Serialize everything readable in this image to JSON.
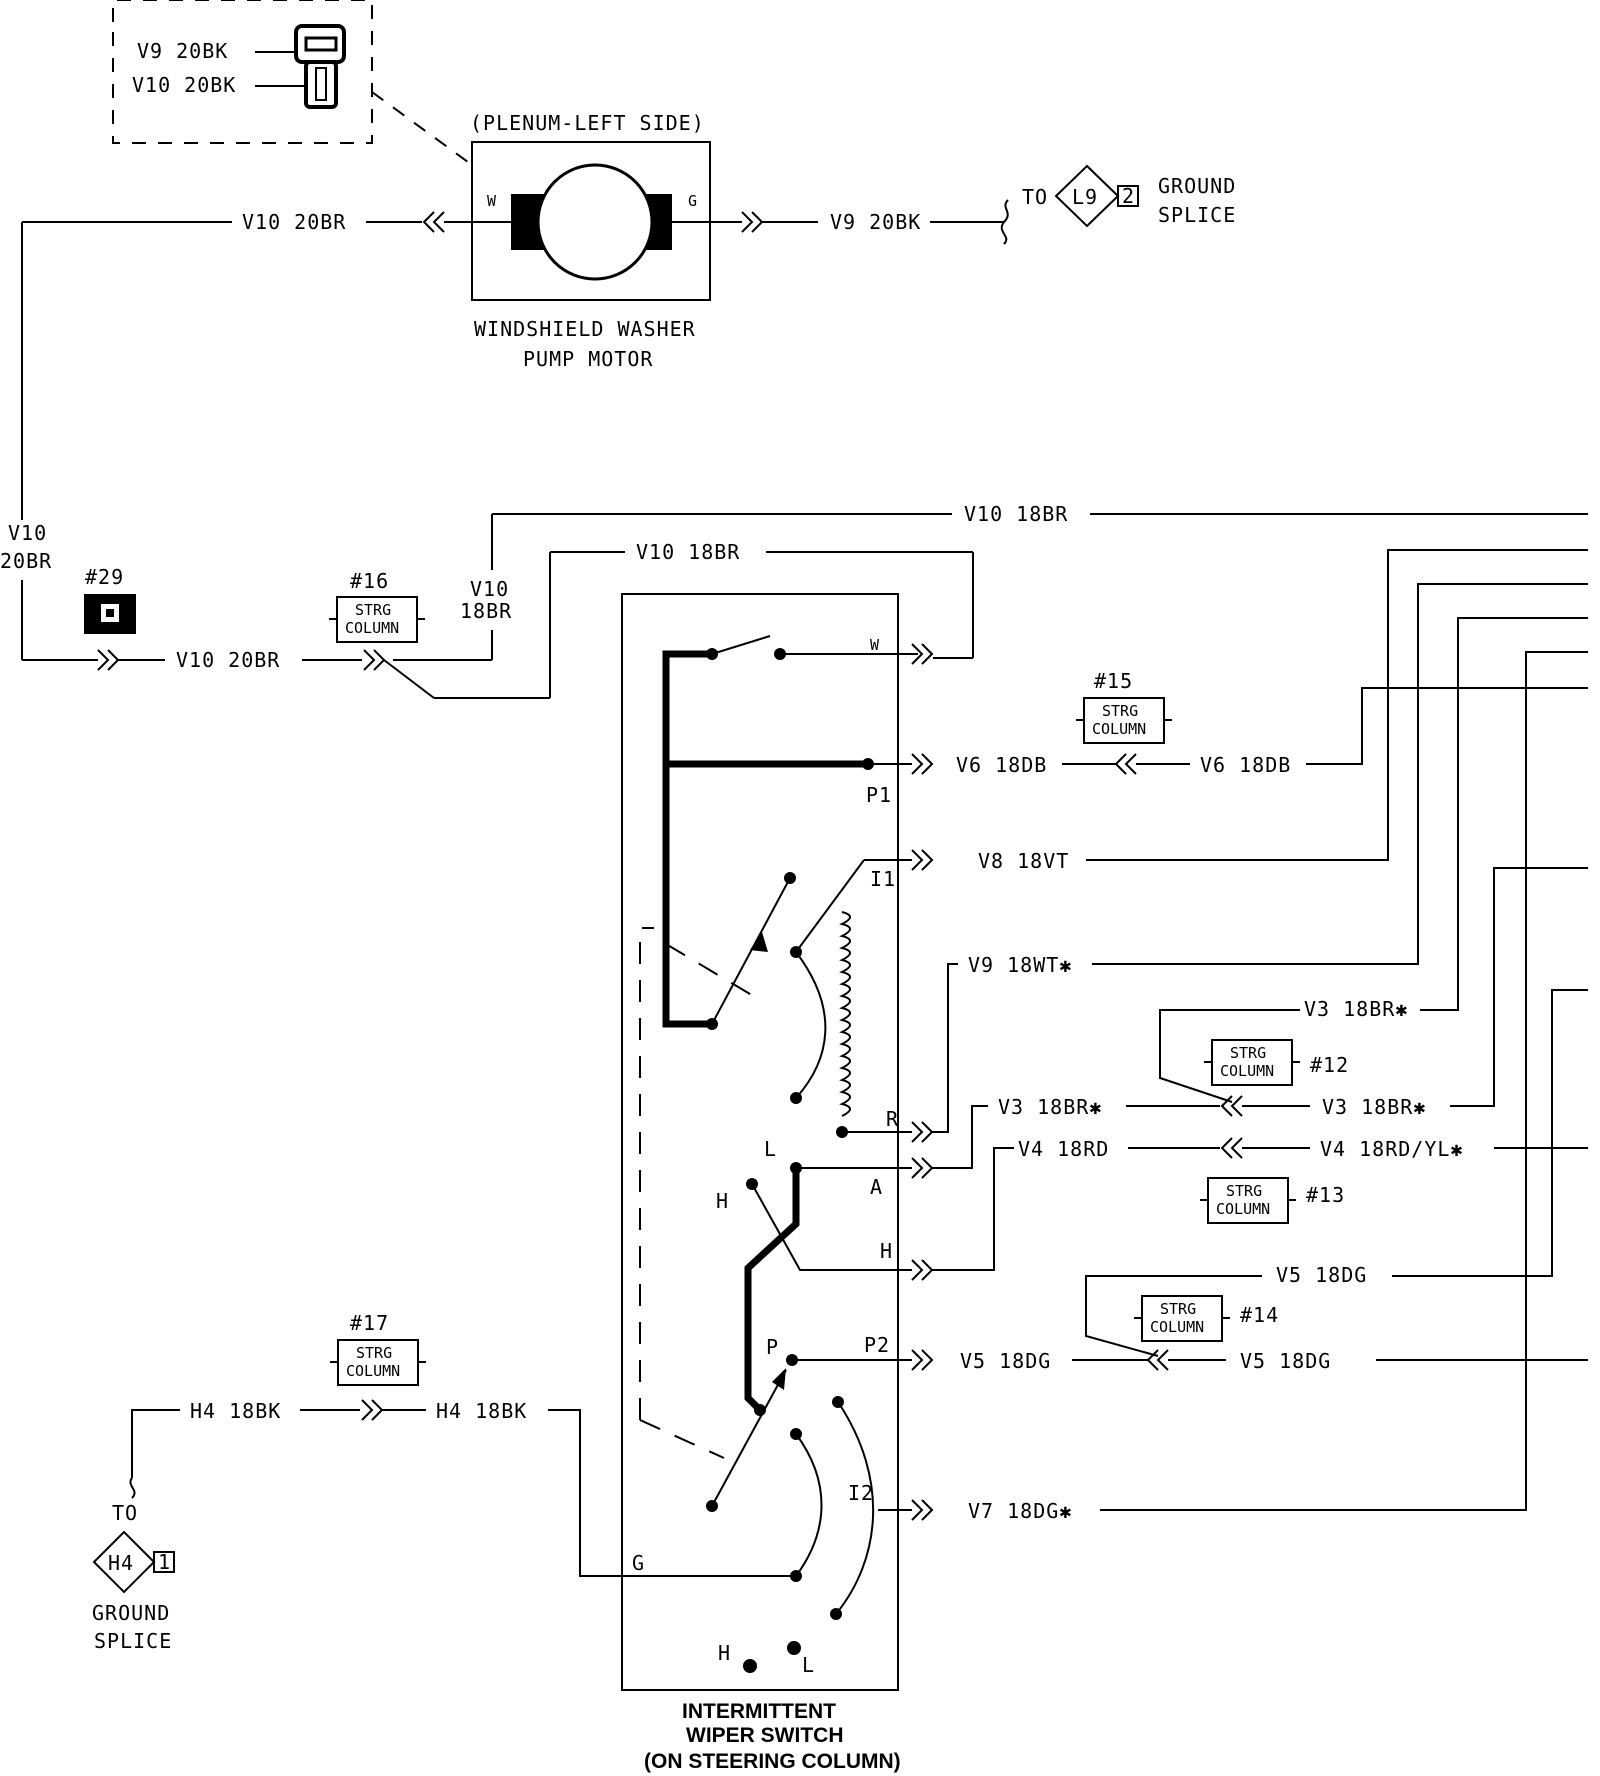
{
  "connector_inset": {
    "pin1": "V9 20BK",
    "pin2": "V10 20BK"
  },
  "pump_motor": {
    "location": "(PLENUM-LEFT SIDE)",
    "term_w": "W",
    "term_g": "G",
    "name_line1": "WINDSHIELD WASHER",
    "name_line2": "PUMP MOTOR"
  },
  "ground_splice_l9": {
    "to": "TO",
    "code": "L9",
    "pin": "2",
    "line1": "GROUND",
    "line2": "SPLICE"
  },
  "ground_splice_h4": {
    "to": "TO",
    "code": "H4",
    "pin": "1",
    "line1": "GROUND",
    "line2": "SPLICE"
  },
  "connectors": {
    "c29": "#29",
    "c16": "#16",
    "c15": "#15",
    "c12": "#12",
    "c13": "#13",
    "c14": "#14",
    "c17": "#17",
    "strg_line1": "STRG",
    "strg_line2": "COLUMN"
  },
  "wires": {
    "v10_20br_top": "V10 20BR",
    "v9_20bk": "V9 20BK",
    "v10_vert_1": "V10",
    "v10_vert_2": "20BR",
    "v10_20br_bottom": "V10 20BR",
    "v10_18br_vert_1": "V10",
    "v10_18br_vert_2": "18BR",
    "v10_18br_top": "V10 18BR",
    "v10_18br_inner": "V10 18BR",
    "v6_18db_a": "V6 18DB",
    "v6_18db_b": "V6 18DB",
    "v8_18vt": "V8 18VT",
    "v9_18wt": "V9 18WT✱",
    "v3_18br_a": "V3 18BR✱",
    "v3_18br_b": "V3 18BR✱",
    "v3_18br_c": "V3 18BR✱",
    "v4_18rd": "V4 18RD",
    "v4_18rdyl": "V4 18RD/YL✱",
    "v5_18dg_a": "V5 18DG",
    "v5_18dg_b": "V5 18DG",
    "v5_18dg_c": "V5 18DG",
    "v7_18dg": "V7 18DG✱",
    "h4_18bk_a": "H4 18BK",
    "h4_18bk_b": "H4 18BK"
  },
  "switch_terminals": {
    "w": "W",
    "p1": "P1",
    "i1": "I1",
    "r": "R",
    "l": "L",
    "a": "A",
    "h": "H",
    "h_out": "H",
    "p": "P",
    "p2": "P2",
    "i2": "I2",
    "g": "G",
    "h_bottom": "H",
    "l_bottom": "L"
  },
  "switch_title": {
    "line1": "INTERMITTENT",
    "line2": "WIPER SWITCH",
    "line3": "(ON STEERING COLUMN)"
  }
}
